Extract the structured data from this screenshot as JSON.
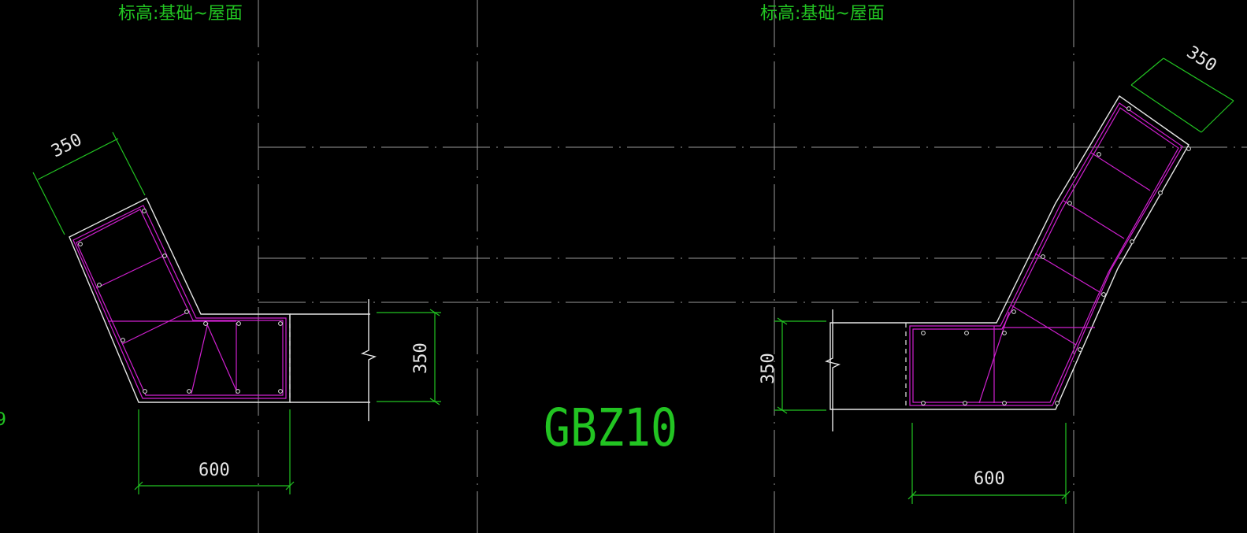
{
  "drawing": {
    "elevation_label_left": "标高:基础~屋面",
    "elevation_label_right": "标高:基础~屋面",
    "member_id": "GBZ10",
    "edge_digit": "9"
  },
  "left_column": {
    "dim_diagonal": "350",
    "dim_height": "350",
    "dim_width": "600"
  },
  "right_column": {
    "dim_diagonal": "350",
    "dim_height": "350",
    "dim_width": "600"
  },
  "colors": {
    "background": "#000000",
    "outline": "#e6e6e6",
    "rebar": "#d020d0",
    "dimension": "#22c422",
    "grid": "#9a9a9a"
  }
}
